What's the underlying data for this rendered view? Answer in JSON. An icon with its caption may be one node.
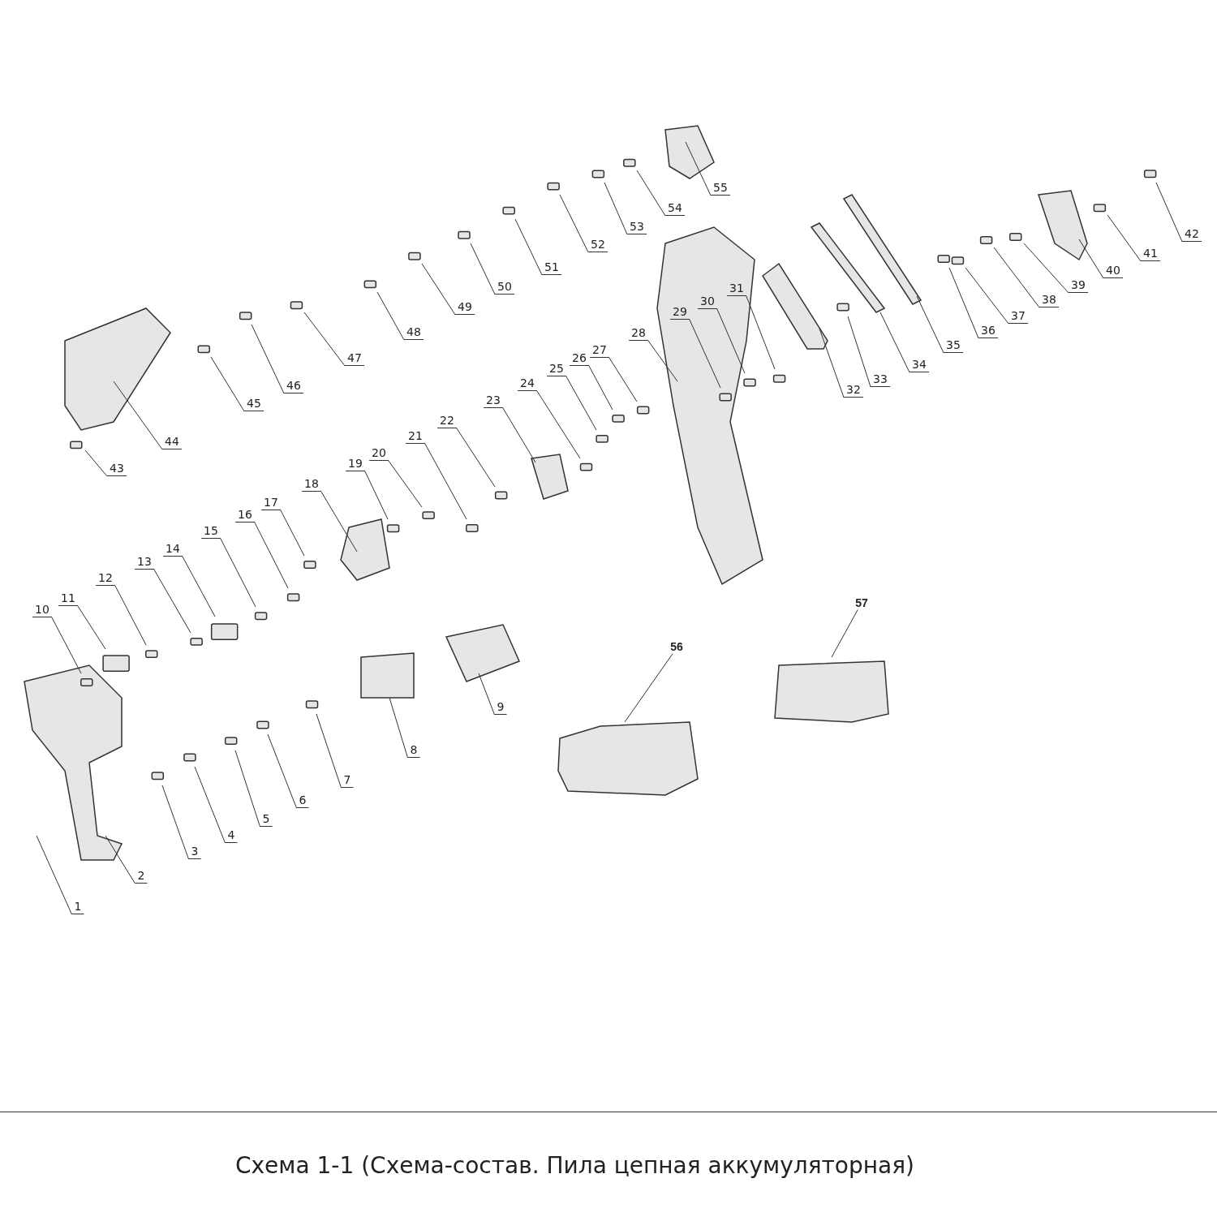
{
  "diagram": {
    "title": "Схема 1-1 (Схема-состав. Пила цепная аккумуляторная)",
    "nodes": [
      {
        "text": [
          "1"
        ]
      },
      {
        "text": [
          "2"
        ]
      },
      {
        "text": [
          "3"
        ]
      },
      {
        "text": [
          "4"
        ]
      },
      {
        "text": [
          "5"
        ]
      },
      {
        "text": [
          "6"
        ]
      },
      {
        "text": [
          "7"
        ]
      },
      {
        "text": [
          "8"
        ]
      },
      {
        "text": [
          "9"
        ]
      },
      {
        "text": [
          "10"
        ]
      },
      {
        "text": [
          "11"
        ]
      },
      {
        "text": [
          "12"
        ]
      },
      {
        "text": [
          "13"
        ]
      },
      {
        "text": [
          "14"
        ]
      },
      {
        "text": [
          "15"
        ]
      },
      {
        "text": [
          "16"
        ]
      },
      {
        "text": [
          "17"
        ]
      },
      {
        "text": [
          "18"
        ]
      },
      {
        "text": [
          "19"
        ]
      },
      {
        "text": [
          "20"
        ]
      },
      {
        "text": [
          "21"
        ]
      },
      {
        "text": [
          "22"
        ]
      },
      {
        "text": [
          "23"
        ]
      },
      {
        "text": [
          "24"
        ]
      },
      {
        "text": [
          "25"
        ]
      },
      {
        "text": [
          "26"
        ]
      },
      {
        "text": [
          "27"
        ]
      },
      {
        "text": [
          "28"
        ]
      },
      {
        "text": [
          "29"
        ]
      },
      {
        "text": [
          "30"
        ]
      },
      {
        "text": [
          "31"
        ]
      },
      {
        "text": [
          "32"
        ]
      },
      {
        "text": [
          "33"
        ]
      },
      {
        "text": [
          "34"
        ]
      },
      {
        "text": [
          "35"
        ]
      },
      {
        "text": [
          "36"
        ]
      },
      {
        "text": [
          "37"
        ]
      },
      {
        "text": [
          "38"
        ]
      },
      {
        "text": [
          "39"
        ]
      },
      {
        "text": [
          "40"
        ]
      },
      {
        "text": [
          "41"
        ]
      },
      {
        "text": [
          "42"
        ]
      },
      {
        "text": [
          "43"
        ]
      },
      {
        "text": [
          "44"
        ]
      },
      {
        "text": [
          "45"
        ]
      },
      {
        "text": [
          "46"
        ]
      },
      {
        "text": [
          "47"
        ]
      },
      {
        "text": [
          "48"
        ]
      },
      {
        "text": [
          "49"
        ]
      },
      {
        "text": [
          "50"
        ]
      },
      {
        "text": [
          "51"
        ]
      },
      {
        "text": [
          "52"
        ]
      },
      {
        "text": [
          "53"
        ]
      },
      {
        "text": [
          "54"
        ]
      },
      {
        "text": [
          "55"
        ]
      },
      {
        "text": [
          "56"
        ]
      },
      {
        "text": [
          "57"
        ]
      }
    ],
    "edges": [
      {
        "from": 0,
        "to": null,
        "arrow": "none"
      },
      {
        "from": 1,
        "to": null,
        "arrow": "none"
      },
      {
        "from": 2,
        "to": null,
        "arrow": "none"
      },
      {
        "from": 3,
        "to": null,
        "arrow": "none"
      },
      {
        "from": 4,
        "to": null,
        "arrow": "none"
      },
      {
        "from": 5,
        "to": null,
        "arrow": "none"
      },
      {
        "from": 6,
        "to": null,
        "arrow": "none"
      },
      {
        "from": 7,
        "to": null,
        "arrow": "none"
      },
      {
        "from": 8,
        "to": null,
        "arrow": "none"
      },
      {
        "from": 9,
        "to": null,
        "arrow": "none"
      },
      {
        "from": 10,
        "to": null,
        "arrow": "none"
      },
      {
        "from": 11,
        "to": null,
        "arrow": "none"
      },
      {
        "from": 12,
        "to": null,
        "arrow": "none"
      },
      {
        "from": 13,
        "to": null,
        "arrow": "none"
      },
      {
        "from": 14,
        "to": null,
        "arrow": "none"
      },
      {
        "from": 15,
        "to": null,
        "arrow": "none"
      },
      {
        "from": 16,
        "to": null,
        "arrow": "none"
      },
      {
        "from": 17,
        "to": null,
        "arrow": "none"
      },
      {
        "from": 18,
        "to": null,
        "arrow": "none"
      },
      {
        "from": 19,
        "to": null,
        "arrow": "none"
      },
      {
        "from": 20,
        "to": null,
        "arrow": "none"
      },
      {
        "from": 21,
        "to": null,
        "arrow": "none"
      },
      {
        "from": 22,
        "to": null,
        "arrow": "none"
      },
      {
        "from": 23,
        "to": null,
        "arrow": "none"
      },
      {
        "from": 24,
        "to": null,
        "arrow": "none"
      },
      {
        "from": 25,
        "to": null,
        "arrow": "none"
      },
      {
        "from": 26,
        "to": null,
        "arrow": "none"
      },
      {
        "from": 27,
        "to": null,
        "arrow": "none"
      },
      {
        "from": 28,
        "to": null,
        "arrow": "none"
      },
      {
        "from": 29,
        "to": null,
        "arrow": "none"
      },
      {
        "from": 30,
        "to": null,
        "arrow": "none"
      },
      {
        "from": 31,
        "to": null,
        "arrow": "none"
      },
      {
        "from": 32,
        "to": null,
        "arrow": "none"
      },
      {
        "from": 33,
        "to": null,
        "arrow": "none"
      },
      {
        "from": 34,
        "to": null,
        "arrow": "none"
      },
      {
        "from": 35,
        "to": null,
        "arrow": "none"
      },
      {
        "from": 36,
        "to": null,
        "arrow": "none"
      },
      {
        "from": 37,
        "to": null,
        "arrow": "none"
      },
      {
        "from": 38,
        "to": null,
        "arrow": "none"
      },
      {
        "from": 39,
        "to": null,
        "arrow": "none"
      },
      {
        "from": 40,
        "to": null,
        "arrow": "none"
      },
      {
        "from": 41,
        "to": null,
        "arrow": "none"
      },
      {
        "from": 42,
        "to": null,
        "arrow": "none"
      },
      {
        "from": 43,
        "to": null,
        "arrow": "none"
      },
      {
        "from": 44,
        "to": null,
        "arrow": "none"
      },
      {
        "from": 45,
        "to": null,
        "arrow": "none"
      },
      {
        "from": 46,
        "to": null,
        "arrow": "none"
      },
      {
        "from": 47,
        "to": null,
        "arrow": "none"
      },
      {
        "from": 48,
        "to": null,
        "arrow": "none"
      },
      {
        "from": 49,
        "to": null,
        "arrow": "none"
      },
      {
        "from": 50,
        "to": null,
        "arrow": "none"
      },
      {
        "from": 51,
        "to": null,
        "arrow": "none"
      },
      {
        "from": 52,
        "to": null,
        "arrow": "none"
      },
      {
        "from": 53,
        "to": null,
        "arrow": "none"
      },
      {
        "from": 54,
        "to": null,
        "arrow": "none"
      },
      {
        "from": 55,
        "to": null,
        "arrow": "none"
      },
      {
        "from": 56,
        "to": null,
        "arrow": "none"
      }
    ]
  }
}
